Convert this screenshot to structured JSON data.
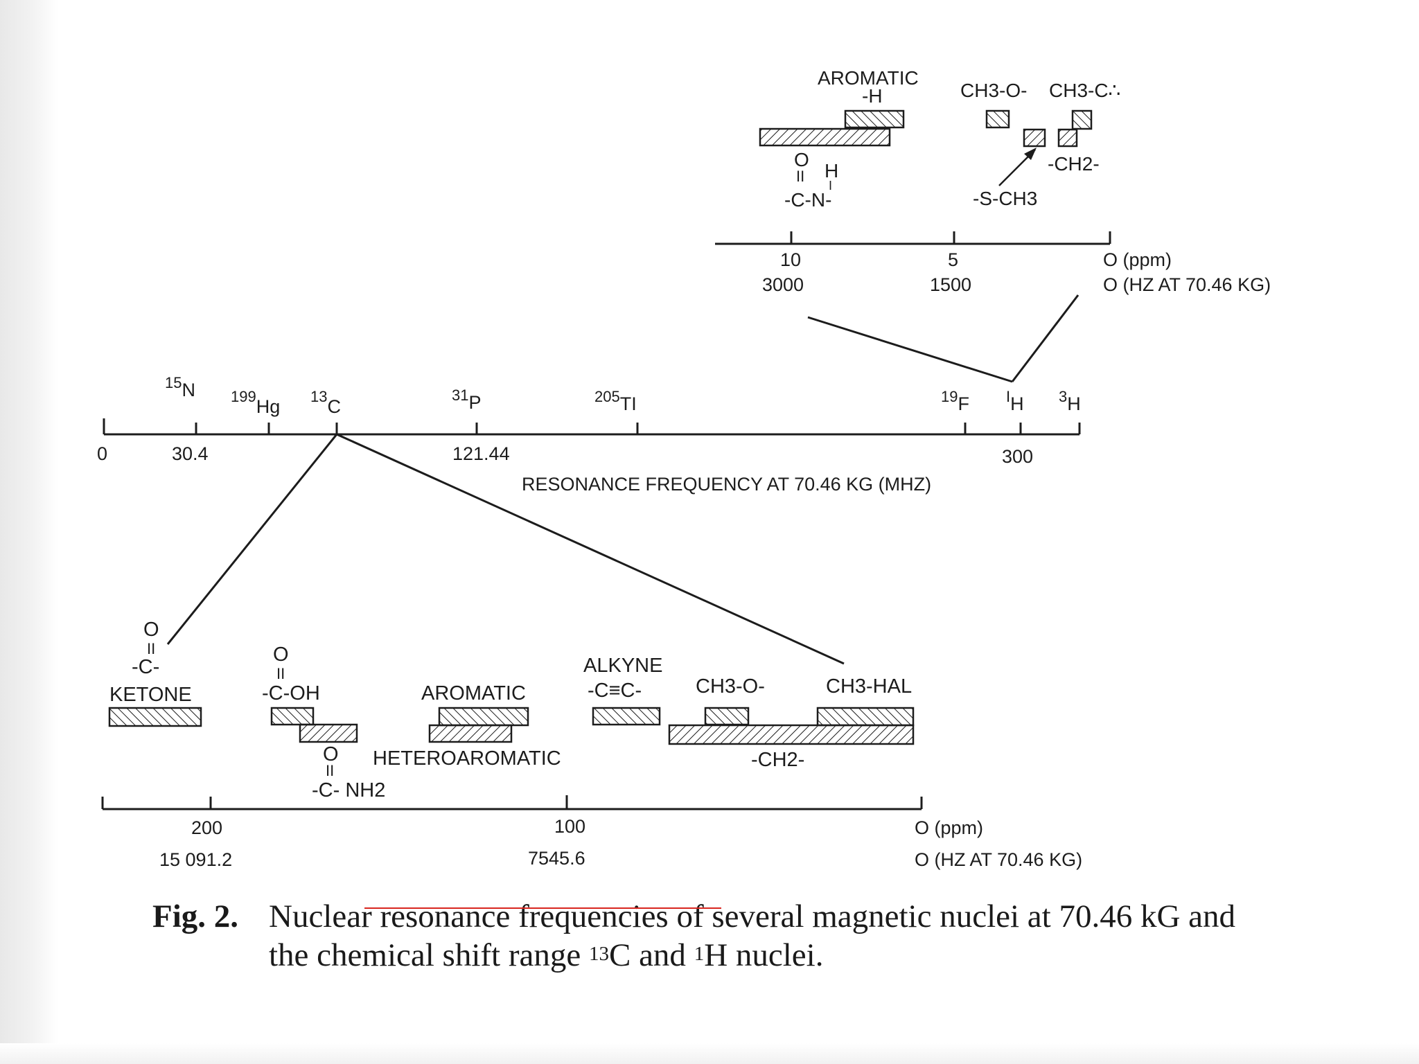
{
  "colors": {
    "ink": "#1c1c1c",
    "annotation": "#d8251f"
  },
  "main_axis": {
    "nuclei": [
      {
        "id": "n15",
        "mass": "15",
        "symbol": "N"
      },
      {
        "id": "hg199",
        "mass": "199",
        "symbol": "Hg"
      },
      {
        "id": "c13",
        "mass": "13",
        "symbol": "C"
      },
      {
        "id": "p31",
        "mass": "31",
        "symbol": "P"
      },
      {
        "id": "tl205",
        "mass": "205",
        "symbol": "TI"
      },
      {
        "id": "f19",
        "mass": "19",
        "symbol": "F"
      },
      {
        "id": "h1",
        "mass": "I",
        "symbol": "H"
      },
      {
        "id": "h3",
        "mass": "3",
        "symbol": "H"
      }
    ],
    "tick_labels": {
      "zero": "0",
      "n15": "30.4",
      "p31": "121.44",
      "h1": "300"
    },
    "axis_title": "RESONANCE FREQUENCY AT 70.46 KG (MHZ)"
  },
  "h1_inset": {
    "ticks": {
      "ppm10": "10",
      "hz3000": "3000",
      "ppm5": "5",
      "hz1500": "1500",
      "ppm0": "O (ppm)",
      "hz0": "O (HZ AT 70.46 KG)"
    },
    "labels": {
      "aromatic": "AROMATIC",
      "aromatic_h": "-H",
      "amide_o": "O",
      "amide_dbl": "II",
      "amide_h": "H",
      "amide_hbond": "I",
      "amide": "-C-N-",
      "ch3o": "CH3-O-",
      "ch3c": "CH3-C∴",
      "ch2": "-CH2-",
      "sch3": "-S-CH3"
    }
  },
  "c13_inset": {
    "ticks": {
      "ppm200": "200",
      "hz15091": "15 091.2",
      "ppm100": "100",
      "hz7545": "7545.6",
      "ppm0": "O (ppm)",
      "hz0": "O (HZ AT 70.46 KG)"
    },
    "labels": {
      "ketone_o": "O",
      "ketone_dbl": "II",
      "ketone_c": "-C-",
      "ketone": "KETONE",
      "cooh_o": "O",
      "cooh_dbl": "II",
      "cooh": "-C-OH",
      "amide_o": "O",
      "amide_dbl": "II",
      "amide": "-C- NH2",
      "aromatic": "AROMATIC",
      "heteroaromatic": "HETEROAROMATIC",
      "alkyne": "ALKYNE",
      "alkyne_bond": "-C≡C-",
      "ch3o": "CH3-O-",
      "ch3hal": "CH3-HAL",
      "ch2": "-CH2-"
    }
  },
  "caption": {
    "fig": "Fig. 2.",
    "line1": "Nuclear resonance frequencies of several magnetic nuclei at 70.46 kG and",
    "line2_a": "the chemical shift range ",
    "line2_sup1": "13",
    "line2_b": "C and ",
    "line2_sup2": "1",
    "line2_c": "H nuclei."
  }
}
